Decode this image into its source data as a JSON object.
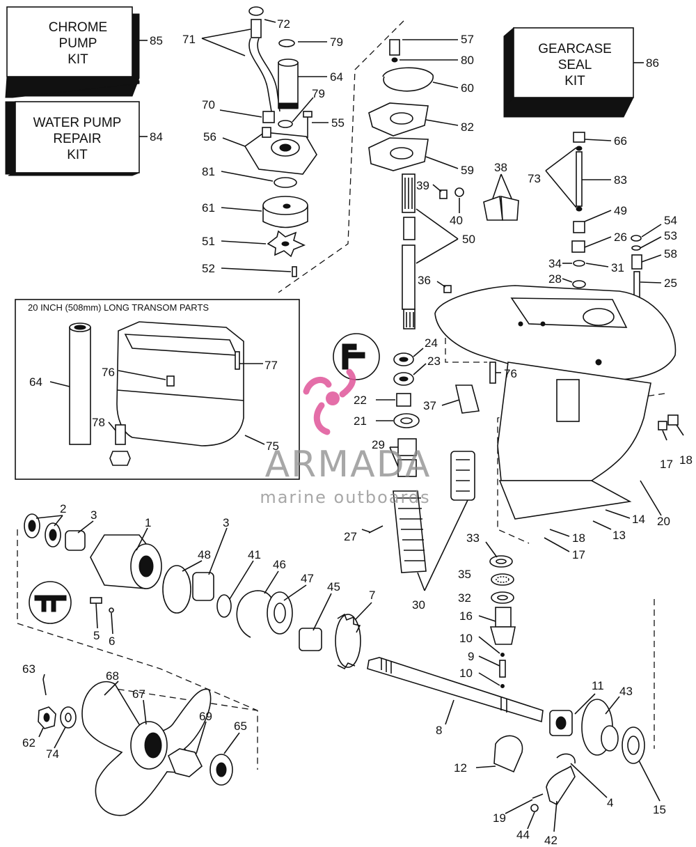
{
  "kits": {
    "chrome_pump": {
      "lines": [
        "CHROME",
        "PUMP",
        "KIT"
      ],
      "number": "85"
    },
    "water_pump_repair": {
      "lines": [
        "WATER PUMP",
        "REPAIR",
        "KIT"
      ],
      "number": "84"
    },
    "gearcase_seal": {
      "lines": [
        "GEARCASE",
        "SEAL",
        "KIT"
      ],
      "number": "86"
    }
  },
  "transom_box": {
    "title": "20 INCH (508mm) LONG TRANSOM PARTS"
  },
  "watermark": {
    "brand": "ARMADA",
    "tagline": "marine outboards",
    "color": "#e0559a"
  },
  "part_numbers": [
    "72",
    "71",
    "79",
    "64",
    "70",
    "79",
    "55",
    "56",
    "81",
    "61",
    "51",
    "52",
    "57",
    "80",
    "60",
    "82",
    "59",
    "39",
    "40",
    "50",
    "38",
    "36",
    "66",
    "73",
    "83",
    "49",
    "54",
    "26",
    "53",
    "58",
    "34",
    "31",
    "28",
    "25",
    "24",
    "23",
    "22",
    "21",
    "29",
    "37",
    "76",
    "64",
    "76",
    "77",
    "78",
    "75",
    "17",
    "18",
    "14",
    "13",
    "18",
    "17",
    "20",
    "2",
    "3",
    "1",
    "48",
    "3",
    "41",
    "46",
    "47",
    "45",
    "7",
    "5",
    "6",
    "27",
    "30",
    "33",
    "35",
    "32",
    "16",
    "10",
    "9",
    "10",
    "63",
    "68",
    "67",
    "62",
    "74",
    "69",
    "65",
    "8",
    "11",
    "43",
    "12",
    "4",
    "15",
    "19",
    "44",
    "42"
  ]
}
